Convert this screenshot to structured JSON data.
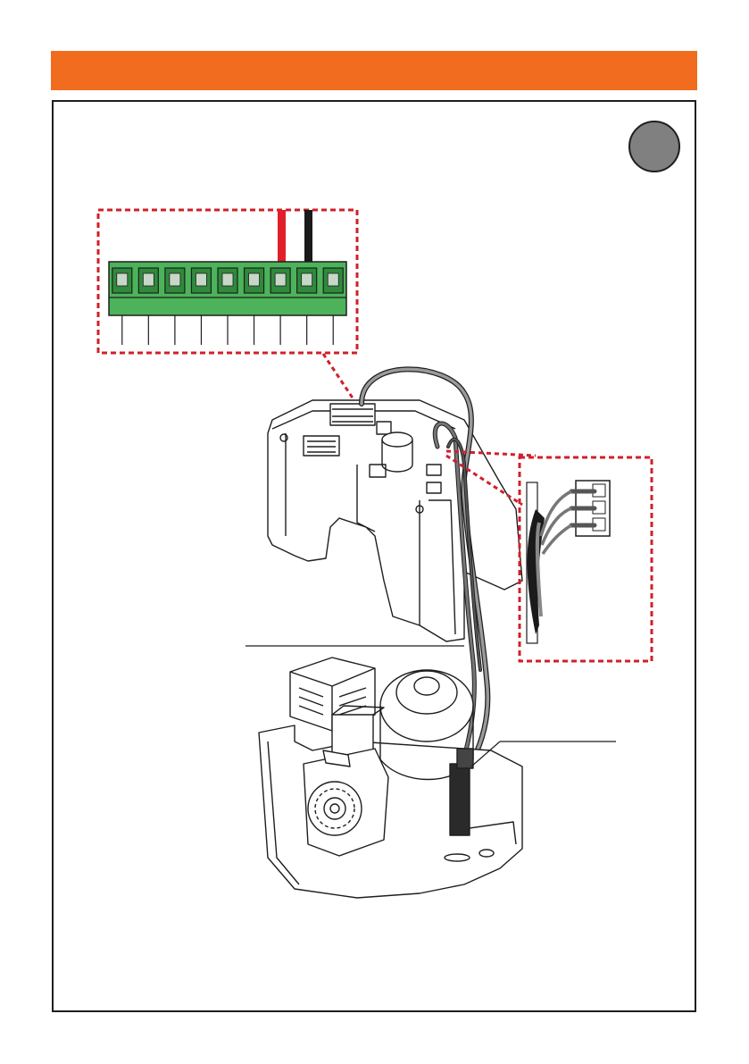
{
  "colors": {
    "header_bar": "#f26c1f",
    "callout_border": "#d0202a",
    "terminal_green": "#4cb35a",
    "terminal_dark_green": "#2f8a3c",
    "wire_red": "#e02028",
    "wire_black": "#1a1a1a",
    "step_badge": "#808080",
    "outline": "#1e1e1e"
  },
  "terminal_block": {
    "terminal_count": 9,
    "red_wire_terminal": 7,
    "black_wire_terminal": 8
  },
  "icons": {
    "step_badge": "circle-badge-icon",
    "control_board": "control-board-icon",
    "gear_motor": "gear-motor-icon",
    "connector_detail": "connector-detail-icon"
  }
}
